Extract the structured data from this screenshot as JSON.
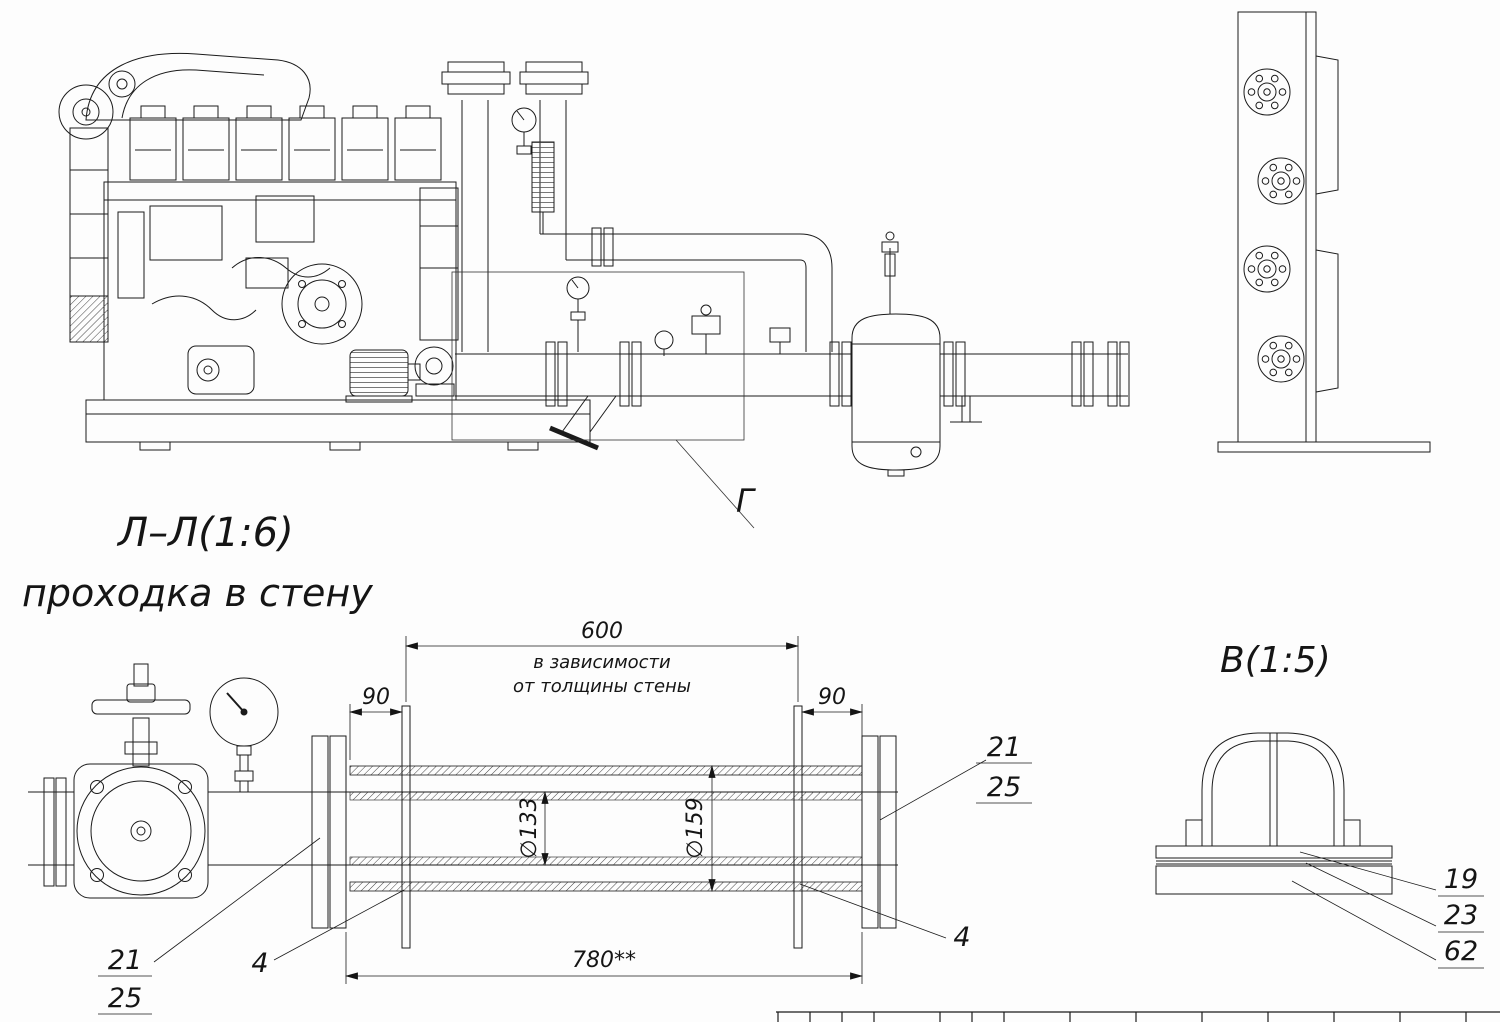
{
  "views": {
    "section": {
      "title": "Л–Л(1:6)",
      "subtitle": "проходка в стену"
    },
    "detail_g": {
      "label": "Г"
    },
    "detail_b": {
      "label": "В(1:5)"
    }
  },
  "notes": {
    "wall_line1": "в зависимости",
    "wall_line2": "от толщины стены"
  },
  "dimensions": {
    "span": "600",
    "offset_left": "90",
    "offset_right": "90",
    "dia_pipe": "∅133",
    "dia_sleeve": "∅159",
    "overall": "780**"
  },
  "callouts": {
    "flange_left_top": "21",
    "flange_left_bottom": "25",
    "flange_right_top": "21",
    "flange_right_bottom": "25",
    "plate_left": "4",
    "plate_right": "4",
    "b_item_1": "19",
    "b_item_2": "23",
    "b_item_3": "62"
  }
}
